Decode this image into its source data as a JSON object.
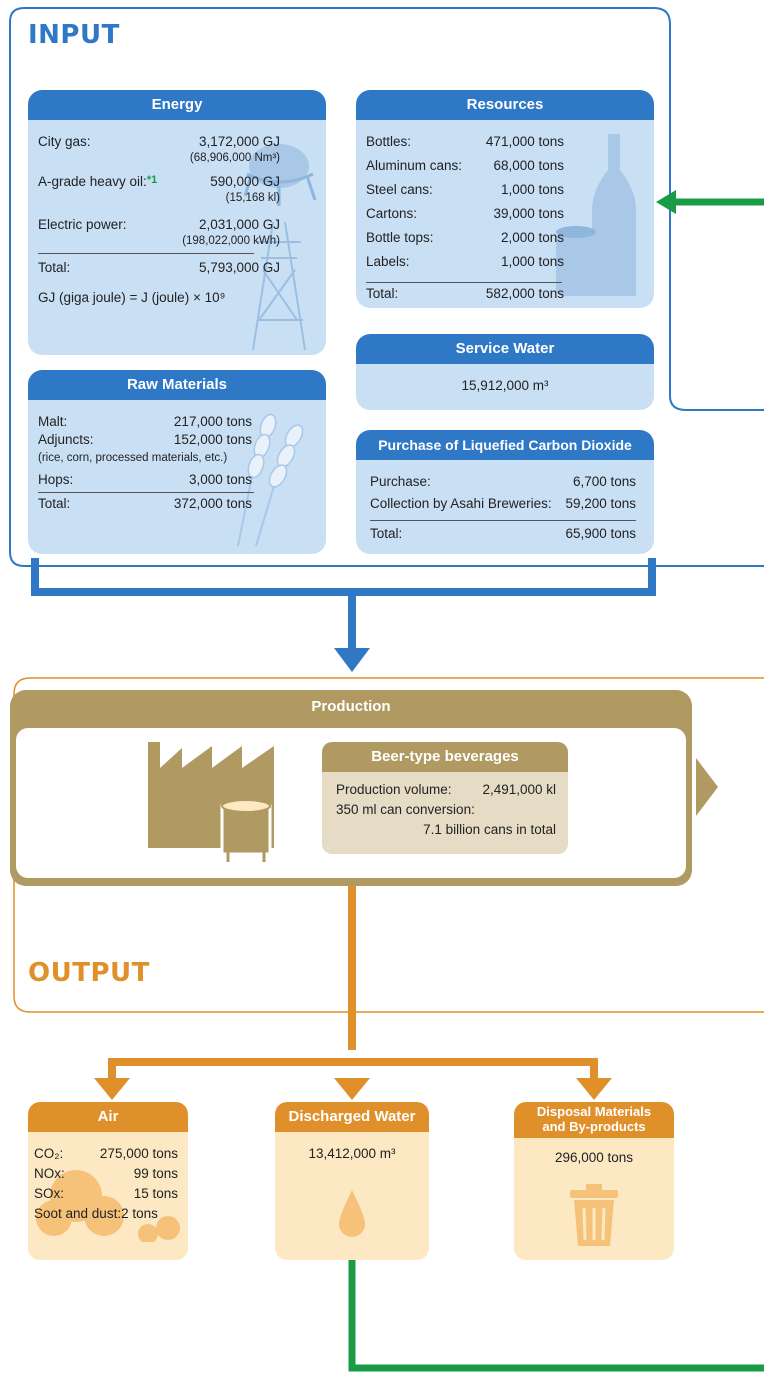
{
  "colors": {
    "blue": "#2e78c6",
    "light_blue": "#c9dff4",
    "green": "#1a9b45",
    "gold": "#b09a62",
    "orange": "#e0902a",
    "light_orange": "#fde8c4"
  },
  "input": {
    "title": "INPUT",
    "energy": {
      "header": "Energy",
      "city_gas_label": "City gas:",
      "city_gas_value": "3,172,000 GJ",
      "city_gas_sub": "(68,906,000 Nm³)",
      "heavy_oil_label": "A-grade heavy oil:",
      "heavy_oil_note": "*1",
      "heavy_oil_value": "590,000 GJ",
      "heavy_oil_sub": "(15,168 kl)",
      "electric_label": "Electric power:",
      "electric_value": "2,031,000 GJ",
      "electric_sub": "(198,022,000 kWh)",
      "total_label": "Total:",
      "total_value": "5,793,000 GJ",
      "note": "GJ (giga joule) = J (joule) × 10⁹"
    },
    "resources": {
      "header": "Resources",
      "items": [
        {
          "label": "Bottles:",
          "value": "471,000 tons"
        },
        {
          "label": "Aluminum cans:",
          "value": "68,000 tons"
        },
        {
          "label": "Steel cans:",
          "value": "1,000 tons"
        },
        {
          "label": "Cartons:",
          "value": "39,000 tons"
        },
        {
          "label": "Bottle tops:",
          "value": "2,000 tons"
        },
        {
          "label": "Labels:",
          "value": "1,000 tons"
        }
      ],
      "total_label": "Total:",
      "total_value": "582,000 tons"
    },
    "service_water": {
      "header": "Service Water",
      "value": "15,912,000 m³"
    },
    "raw_materials": {
      "header": "Raw Materials",
      "malt_label": "Malt:",
      "malt_value": "217,000 tons",
      "adjuncts_label": "Adjuncts:",
      "adjuncts_value": "152,000 tons",
      "adjuncts_sub": "(rice, corn, processed materials, etc.)",
      "hops_label": "Hops:",
      "hops_value": "3,000 tons",
      "total_label": "Total:",
      "total_value": "372,000 tons"
    },
    "co2_purchase": {
      "header": "Purchase of Liquefied Carbon Dioxide",
      "purchase_label": "Purchase:",
      "purchase_value": "6,700 tons",
      "collection_label": "Collection by Asahi Breweries:",
      "collection_value": "59,200 tons",
      "total_label": "Total:",
      "total_value": "65,900 tons"
    }
  },
  "production": {
    "header": "Production",
    "beer_header": "Beer-type beverages",
    "volume_label": "Production volume:",
    "volume_value": "2,491,000 kl",
    "can_label": "350 ml can conversion:",
    "can_value": "7.1 billion cans in total"
  },
  "output": {
    "title": "OUTPUT",
    "air": {
      "header": "Air",
      "items": [
        {
          "label": "CO₂:",
          "value": "275,000 tons"
        },
        {
          "label": "NOx:",
          "value": "99 tons"
        },
        {
          "label": "SOx:",
          "value": "15 tons"
        }
      ],
      "soot": "Soot and dust:2 tons"
    },
    "discharged_water": {
      "header": "Discharged Water",
      "value": "13,412,000 m³"
    },
    "disposal": {
      "header_line1": "Disposal Materials",
      "header_line2": "and By-products",
      "value": "296,000 tons"
    }
  }
}
